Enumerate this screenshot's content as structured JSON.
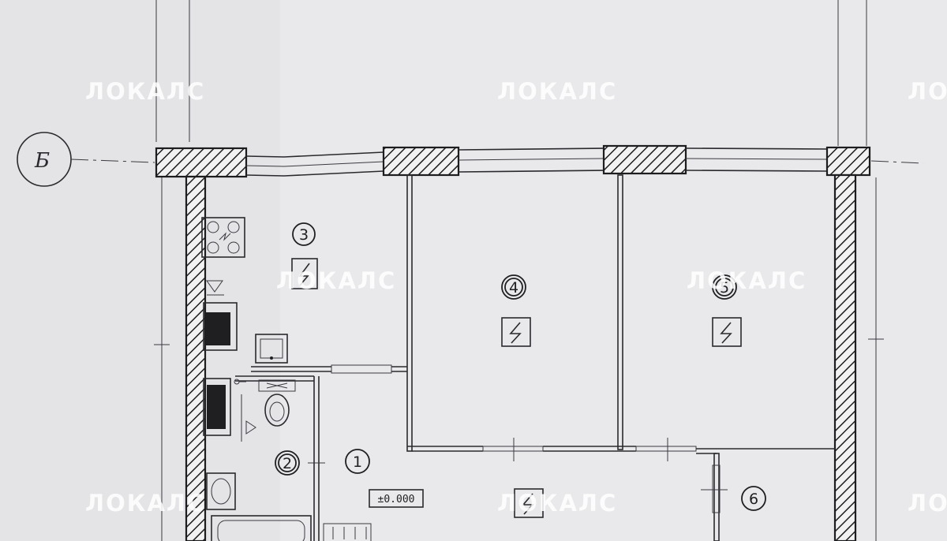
{
  "watermark": {
    "text": "ЛОКАЛС"
  },
  "axis": {
    "label": "Б"
  },
  "rooms": [
    {
      "id": "room-1",
      "number": "1"
    },
    {
      "id": "room-2",
      "number": "2"
    },
    {
      "id": "room-3",
      "number": "3"
    },
    {
      "id": "room-4",
      "number": "4"
    },
    {
      "id": "room-5",
      "number": "5"
    },
    {
      "id": "room-6",
      "number": "6"
    }
  ],
  "level_mark": {
    "text": "±0.000"
  },
  "electric_symbol": "lightning-icon"
}
